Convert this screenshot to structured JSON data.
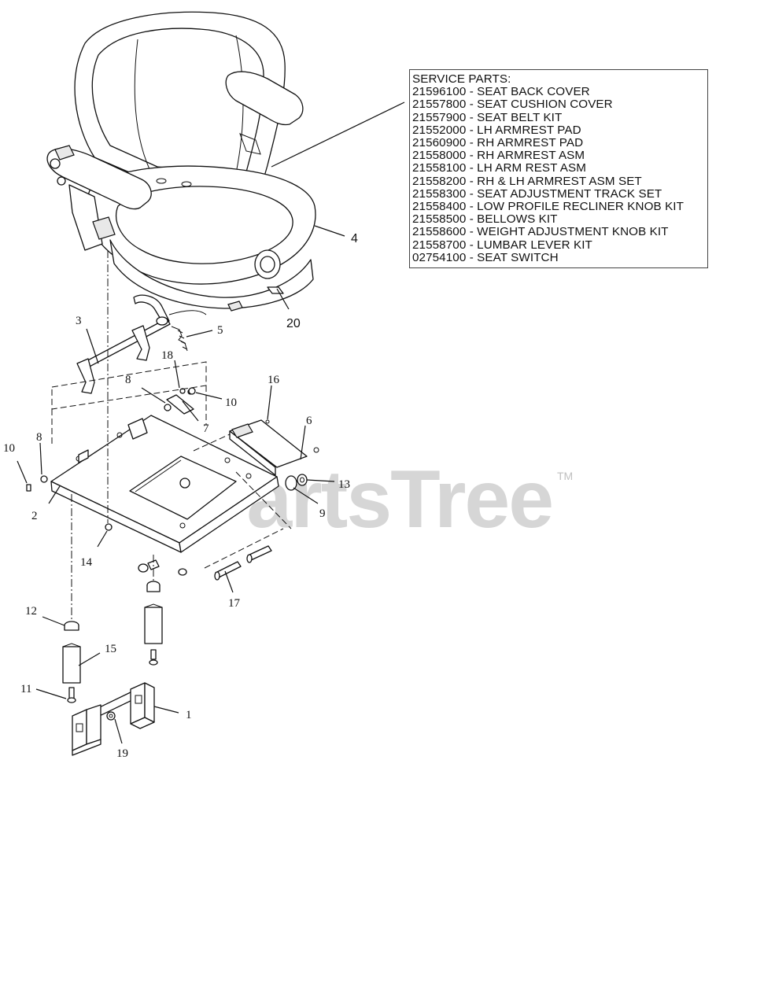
{
  "service_parts": {
    "title": "SERVICE PARTS:",
    "items": [
      "21596100 - SEAT BACK COVER",
      "21557800 - SEAT CUSHION COVER",
      "21557900 - SEAT BELT KIT",
      "21552000 - LH ARMREST PAD",
      "21560900 - RH ARMREST PAD",
      "21558000 - RH ARMREST ASM",
      "21558100 - LH ARM REST ASM",
      "21558200 - RH & LH ARMREST ASM SET",
      "21558300 - SEAT ADJUSTMENT TRACK SET",
      "21558400 - LOW PROFILE RECLINER KNOB KIT",
      "21558500 - BELLOWS KIT",
      "21558600 - WEIGHT ADJUSTMENT KNOB KIT",
      "21558700 - LUMBAR LEVER KIT",
      "02754100 - SEAT SWITCH"
    ]
  },
  "callouts": {
    "c1": "1",
    "c2": "2",
    "c3": "3",
    "c4": "4",
    "c5": "5",
    "c6": "6",
    "c7": "7",
    "c8a": "8",
    "c8b": "8",
    "c9": "9",
    "c10a": "10",
    "c10b": "10",
    "c11": "11",
    "c12": "12",
    "c13": "13",
    "c14": "14",
    "c15": "15",
    "c16": "16",
    "c17": "17",
    "c18": "18",
    "c19": "19",
    "c20": "20"
  },
  "watermark": {
    "text": "PartsTree",
    "tm": "TM"
  }
}
